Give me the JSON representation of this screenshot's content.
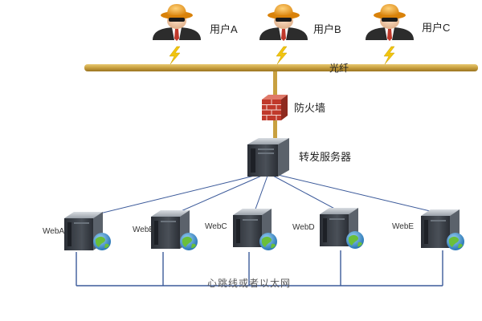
{
  "users": [
    {
      "label": "用户A"
    },
    {
      "label": "用户B"
    },
    {
      "label": "用户C"
    }
  ],
  "network": {
    "fiber_label": "光纤",
    "firewall_label": "防火墙",
    "forwarder_label": "转发服务器",
    "heartbeat_label": "心跳线或者以太网"
  },
  "web_servers": [
    {
      "label": "WebA"
    },
    {
      "label": "WebB"
    },
    {
      "label": "WebC"
    },
    {
      "label": "WebD"
    },
    {
      "label": "WebE"
    }
  ],
  "colors": {
    "fiber": "#c8a040",
    "link": "#3c5a9a",
    "firewall": "#c0392b",
    "server_body": "#3a3f47",
    "globe": "#2e86c1",
    "globe_land": "#6abf3a",
    "lightning": "#f1c40f",
    "hat": "#f39c12",
    "coat": "#2c2c2c",
    "tie": "#c0392b"
  },
  "icons": {
    "user": "user-avatar-icon",
    "lightning": "lightning-icon",
    "firewall": "firewall-icon",
    "server": "server-icon",
    "globe": "globe-icon"
  }
}
